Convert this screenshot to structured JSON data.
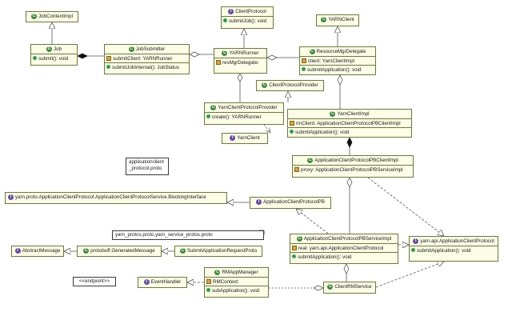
{
  "colors": {
    "box_fill": "#fcfde6",
    "box_border": "#6b7a3a",
    "class_icon": "#3d8a3d",
    "interface_icon": "#6a4aa8",
    "method_marker": "#2f9e4f",
    "field_marker": "#d9a441"
  },
  "notes": {
    "acp_proto_line1": "applicationclient",
    "acp_proto_line2": "_protocol.proto",
    "yarn_protos": "yarn_protos.proto,yarn_service_protos.proto",
    "endpoint": "<<endpoint>>"
  },
  "classes": {
    "job_context_impl": {
      "icon": "C",
      "name": "JobContextImpl"
    },
    "job": {
      "icon": "C",
      "name": "Job",
      "methods": [
        "submit(): void"
      ]
    },
    "job_submitter": {
      "icon": "C",
      "name": "JobSubmitter",
      "fields": [
        "submitClient: YARNRunner"
      ],
      "methods": [
        "submitJobInternal(): JobStatus"
      ]
    },
    "client_protocol": {
      "icon": "I",
      "name": "ClientProtocol",
      "methods": [
        "submitJob(): void"
      ]
    },
    "yarn_runner": {
      "icon": "C",
      "name": "YARNRunner",
      "fields": [
        "resMgrDelegate:"
      ]
    },
    "yarn_client_top": {
      "icon": "C",
      "name": "YARNClient"
    },
    "resource_mgr_delegate": {
      "icon": "C",
      "name": "ResourceMgrDelegate",
      "fields": [
        "client: YarnClientImpl"
      ],
      "methods": [
        "submitApplication(): void"
      ]
    },
    "client_protocol_provider": {
      "icon": "C",
      "name": "ClientProtocolProvider"
    },
    "yarn_client_protocol_provider": {
      "icon": "C",
      "name": "YarnClientProtocolProvider",
      "methods": [
        "create(): YARNRunner"
      ]
    },
    "yarn_client_impl": {
      "icon": "C",
      "name": "YarnClientImpl",
      "fields": [
        "rmClient: ApplicationClientProtocolPBClientImpl"
      ],
      "methods": [
        "submitApplication(): void"
      ]
    },
    "yarn_client_iface": {
      "icon": "I",
      "name": "YarnClient"
    },
    "acp_pb_client_impl": {
      "icon": "C",
      "name": "ApplicationClientProtocolPBClientImpl",
      "fields": [
        "proxy: ApplicationClientProtocolPBServiceImpl"
      ]
    },
    "blocking_interface": {
      "icon": "I",
      "name": "yarn.proto.ApplicationClientProtocol.ApplicationClientProtocolService.BlockingInterface"
    },
    "acp_pb": {
      "icon": "I",
      "name": "ApplicationClientProtocolPB"
    },
    "abstract_message": {
      "icon": "I",
      "name": "AbstractMessage"
    },
    "generated_message": {
      "icon": "C",
      "name": "protobuff.GeneratedMessage"
    },
    "submit_app_request_proto": {
      "icon": "C",
      "name": "SubmitApplicationRequestProto"
    },
    "acp_pb_service_impl": {
      "icon": "C",
      "name": "ApplicationClientProtocolPBServiceImpl",
      "fields": [
        "real: yarn.api.ApplicationClientProtocol"
      ],
      "methods": [
        "submitApplication(): void"
      ]
    },
    "yarn_api_acp": {
      "icon": "I",
      "name": "yarn.api.ApplicationClientProtocol",
      "methods": [
        "submitApplication(): void"
      ]
    },
    "event_handler": {
      "icon": "I",
      "name": "EventHandler"
    },
    "rm_app_manager": {
      "icon": "C",
      "name": "RMAppManager",
      "fields": [
        "RMContext:"
      ],
      "methods": [
        "subApplication(): void"
      ]
    },
    "client_rm_service": {
      "icon": "C",
      "name": "ClientRMService"
    }
  }
}
